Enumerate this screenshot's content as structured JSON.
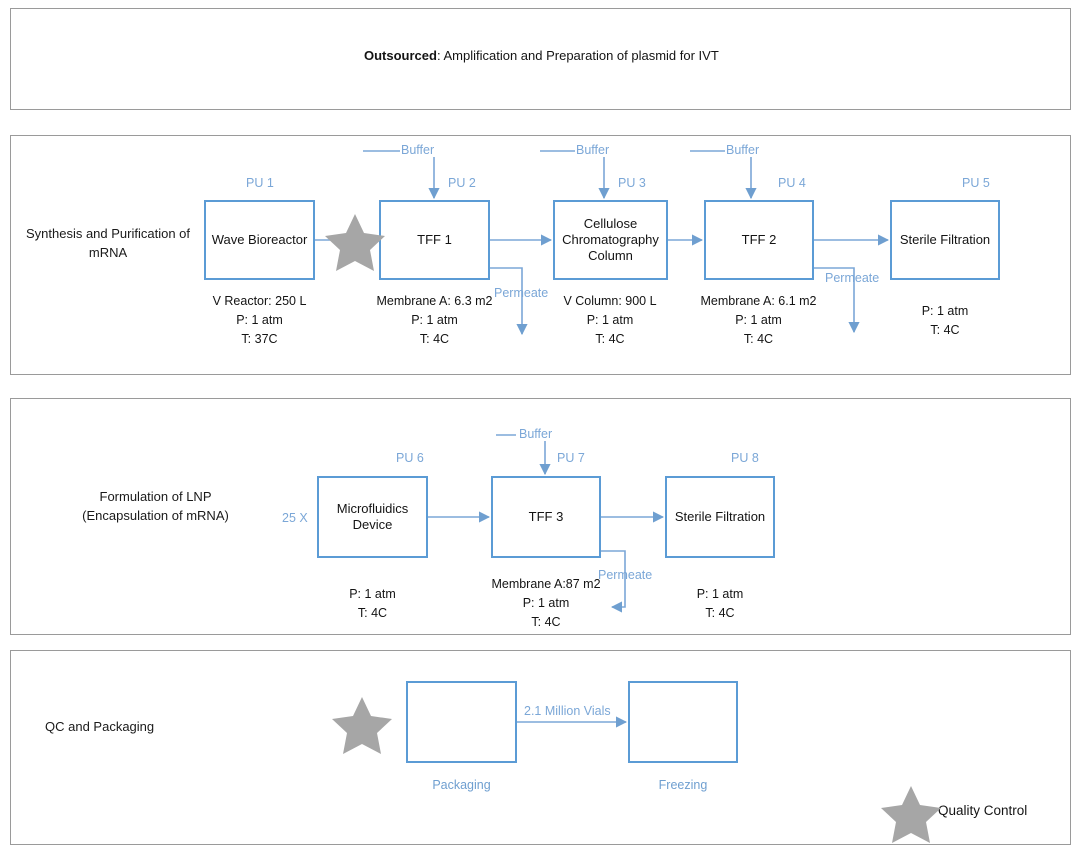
{
  "diagram": {
    "title": "mRNA Vaccine Manufacturing Process Flow",
    "colors": {
      "box_border": "#5b9bd5",
      "connector": "#7ba7d7",
      "panel_border": "#9a9a9a",
      "star": "#a6a6a6",
      "blue_text": "#7ba7d7",
      "body_text": "#141414"
    }
  },
  "banner": {
    "prefix": "Outsourced",
    "separator": ": ",
    "text": "Amplification and Preparation of plasmid for IVT"
  },
  "sections": [
    {
      "id": "synthesis",
      "label": "Synthesis and Purification of mRNA",
      "label_lines": [
        "Synthesis and Purification of",
        "mRNA"
      ]
    },
    {
      "id": "formulation",
      "label": "Formulation of LNP (Encapsulation of mRNA)",
      "label_lines": [
        "Formulation of LNP",
        "(Encapsulation of mRNA)"
      ],
      "batch_multiplier": "25 X"
    },
    {
      "id": "qc_packaging",
      "label": "QC and Packaging",
      "label_lines": [
        "QC and Packaging"
      ]
    }
  ],
  "units": [
    {
      "tag": "PU 1",
      "name": "Wave Bioreactor",
      "name_lines": [
        "Wave Bioreactor"
      ],
      "specs": [
        "V Reactor: 250 L",
        "P: 1 atm",
        "T: 37C"
      ],
      "buffer_inlet": false,
      "permeate_outlet": false
    },
    {
      "tag": "PU 2",
      "name": "TFF 1",
      "name_lines": [
        "TFF 1"
      ],
      "specs": [
        "Membrane A: 6.3 m2",
        "P: 1 atm",
        "T: 4C"
      ],
      "buffer_inlet": true,
      "buffer_label": "Buffer",
      "permeate_outlet": true,
      "permeate_label": "Permeate"
    },
    {
      "tag": "PU 3",
      "name": "Cellulose Chromatography Column",
      "name_lines": [
        "Cellulose",
        "Chromatography",
        "Column"
      ],
      "specs": [
        "V Column: 900 L",
        "P: 1 atm",
        "T: 4C"
      ],
      "buffer_inlet": true,
      "buffer_label": "Buffer",
      "permeate_outlet": false
    },
    {
      "tag": "PU 4",
      "name": "TFF 2",
      "name_lines": [
        "TFF 2"
      ],
      "specs": [
        "Membrane A: 6.1 m2",
        "P: 1 atm",
        "T: 4C"
      ],
      "buffer_inlet": true,
      "buffer_label": "Buffer",
      "permeate_outlet": true,
      "permeate_label": "Permeate"
    },
    {
      "tag": "PU 5",
      "name": "Sterile Filtration",
      "name_lines": [
        "Sterile Filtration"
      ],
      "specs": [
        "P: 1 atm",
        "T: 4C"
      ],
      "buffer_inlet": false,
      "permeate_outlet": false
    },
    {
      "tag": "PU 6",
      "name": "Microfluidics Device",
      "name_lines": [
        "Microfluidics",
        "Device"
      ],
      "specs": [
        "P: 1 atm",
        "T: 4C"
      ],
      "buffer_inlet": false,
      "permeate_outlet": false
    },
    {
      "tag": "PU 7",
      "name": "TFF 3",
      "name_lines": [
        "TFF 3"
      ],
      "specs": [
        "Membrane A:87 m2",
        "P: 1 atm",
        "T: 4C"
      ],
      "buffer_inlet": true,
      "buffer_label": "Buffer",
      "permeate_outlet": true,
      "permeate_label": "Permeate"
    },
    {
      "tag": "PU 8",
      "name": "Sterile Filtration",
      "name_lines": [
        "Sterile Filtration"
      ],
      "specs": [
        "P: 1 atm",
        "T: 4C"
      ],
      "buffer_inlet": false,
      "permeate_outlet": false
    },
    {
      "tag": "",
      "name": "",
      "name_lines": [
        ""
      ],
      "caption": "Packaging",
      "specs": [],
      "buffer_inlet": false,
      "permeate_outlet": false
    },
    {
      "tag": "",
      "name": "",
      "name_lines": [
        ""
      ],
      "caption": "Freezing",
      "specs": [],
      "buffer_inlet": false,
      "permeate_outlet": false
    }
  ],
  "stream_labels": {
    "vials": "2.1 Million Vials"
  },
  "legend": {
    "star_label": "Quality Control"
  },
  "text": {
    "banner_prefix": "Outsourced",
    "banner_rest": ": Amplification and Preparation of plasmid for IVT",
    "row1_label_a": "Synthesis and Purification of",
    "row1_label_b": "mRNA",
    "row2_label_a": "Formulation of LNP",
    "row2_label_b": "(Encapsulation of mRNA)",
    "row3_label": "QC and Packaging",
    "batch": "25 X",
    "buffer1": "Buffer",
    "buffer2": "Buffer",
    "buffer3": "Buffer",
    "buffer4": "Buffer",
    "permeate1": "Permeate",
    "permeate2": "Permeate",
    "permeate3": "Permeate",
    "pu1": "PU 1",
    "pu2": "PU 2",
    "pu3": "PU 3",
    "pu4": "PU 4",
    "pu5": "PU 5",
    "pu6": "PU 6",
    "pu7": "PU 7",
    "pu8": "PU 8",
    "name_wave": "Wave Bioreactor",
    "name_tff1": "TFF 1",
    "name_cellulose_1": "Cellulose",
    "name_cellulose_2": "Chromatography",
    "name_cellulose_3": "Column",
    "name_tff2": "TFF 2",
    "name_sterile1": "Sterile Filtration",
    "name_micro_1": "Microfluidics",
    "name_micro_2": "Device",
    "name_tff3": "TFF 3",
    "name_sterile2": "Sterile Filtration",
    "cap_packaging": "Packaging",
    "cap_freezing": "Freezing",
    "spec_pu1_1": "V Reactor: 250 L",
    "spec_pu1_2": "P: 1 atm",
    "spec_pu1_3": "T: 37C",
    "spec_pu2_1": "Membrane A: 6.3 m2",
    "spec_pu2_2": "P: 1 atm",
    "spec_pu2_3": "T: 4C",
    "spec_pu3_1": "V Column: 900 L",
    "spec_pu3_2": "P: 1 atm",
    "spec_pu3_3": "T: 4C",
    "spec_pu4_1": "Membrane A: 6.1 m2",
    "spec_pu4_2": "P: 1 atm",
    "spec_pu4_3": "T: 4C",
    "spec_pu5_1": "P: 1 atm",
    "spec_pu5_2": "T: 4C",
    "spec_pu6_1": "P: 1 atm",
    "spec_pu6_2": "T: 4C",
    "spec_pu7_1": "Membrane A:87 m2",
    "spec_pu7_2": "P: 1 atm",
    "spec_pu7_3": "T: 4C",
    "spec_pu8_1": "P: 1 atm",
    "spec_pu8_2": "T: 4C",
    "vials": "2.1 Million Vials",
    "quality_control": "Quality Control"
  }
}
